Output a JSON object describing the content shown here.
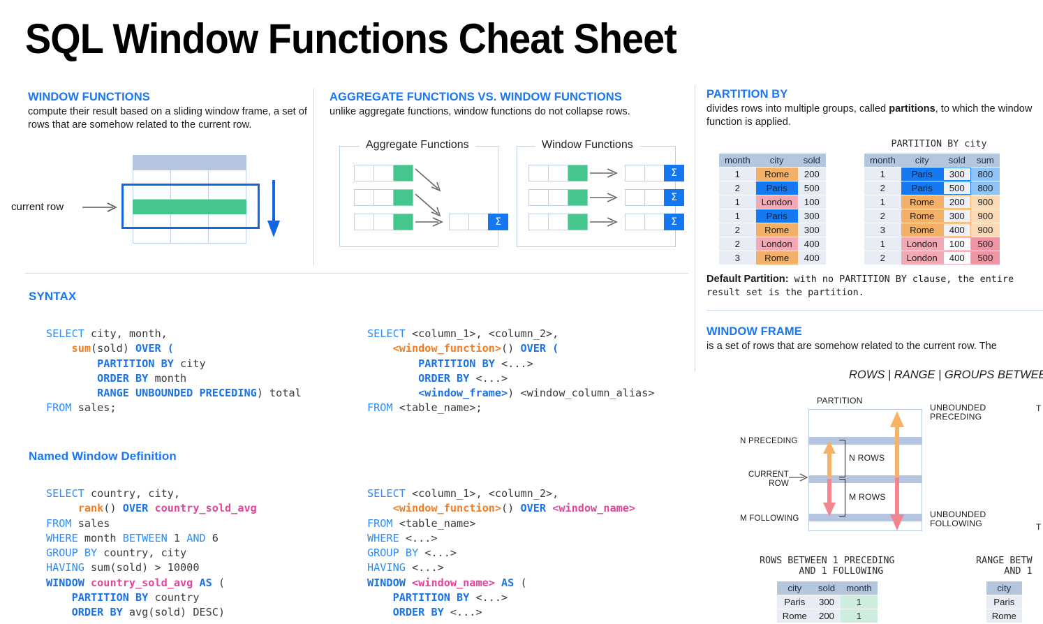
{
  "title": "SQL Window Functions Cheat Sheet",
  "window_functions": {
    "heading": "WINDOW FUNCTIONS",
    "description": "compute their result based on a sliding window frame, a set of rows that are somehow related to the current row.",
    "diagram": {
      "current_row_label": "current row"
    }
  },
  "aggregate_vs_window": {
    "heading": "AGGREGATE FUNCTIONS VS. WINDOW FUNCTIONS",
    "description": "unlike aggregate functions, window functions do not collapse rows.",
    "left_box_title": "Aggregate Functions",
    "right_box_title": "Window Functions",
    "sigma_symbol": "Σ"
  },
  "syntax": {
    "heading": "SYNTAX",
    "left_code": [
      [
        [
          "kw",
          "SELECT"
        ],
        [
          "pl",
          " city, month,"
        ]
      ],
      [
        [
          "pl",
          "    "
        ],
        [
          "fn",
          "sum"
        ],
        [
          "pl",
          "(sold) "
        ],
        [
          "kwb",
          "OVER ("
        ]
      ],
      [
        [
          "pl",
          "        "
        ],
        [
          "kwb",
          "PARTITION BY"
        ],
        [
          "pl",
          " city"
        ]
      ],
      [
        [
          "pl",
          "        "
        ],
        [
          "kwb",
          "ORDER BY"
        ],
        [
          "pl",
          " month"
        ]
      ],
      [
        [
          "pl",
          "        "
        ],
        [
          "kwb",
          "RANGE UNBOUNDED PRECEDING"
        ],
        [
          "pl",
          ") total"
        ]
      ],
      [
        [
          "kw",
          "FROM"
        ],
        [
          "pl",
          " sales;"
        ]
      ]
    ],
    "right_code": [
      [
        [
          "kw",
          "SELECT"
        ],
        [
          "pl",
          " <column_1>, <column_2>,"
        ]
      ],
      [
        [
          "pl",
          "    "
        ],
        [
          "fn",
          "<window_function>"
        ],
        [
          "pl",
          "() "
        ],
        [
          "kwb",
          "OVER ("
        ]
      ],
      [
        [
          "pl",
          "        "
        ],
        [
          "kwb",
          "PARTITION BY"
        ],
        [
          "pl",
          " <...>"
        ]
      ],
      [
        [
          "pl",
          "        "
        ],
        [
          "kwb",
          "ORDER BY"
        ],
        [
          "pl",
          " <...>"
        ]
      ],
      [
        [
          "pl",
          "        "
        ],
        [
          "kwb",
          "<window_frame>"
        ],
        [
          "pl",
          ") <window_column_alias>"
        ]
      ],
      [
        [
          "kw",
          "FROM"
        ],
        [
          "pl",
          " <table_name>;"
        ]
      ]
    ]
  },
  "named_window": {
    "heading": "Named Window Definition",
    "left_code": [
      [
        [
          "kw",
          "SELECT"
        ],
        [
          "pl",
          " country, city,"
        ]
      ],
      [
        [
          "pl",
          "     "
        ],
        [
          "fn",
          "rank"
        ],
        [
          "pl",
          "() "
        ],
        [
          "kwb",
          "OVER "
        ],
        [
          "nm",
          "country_sold_avg"
        ]
      ],
      [
        [
          "kw",
          "FROM"
        ],
        [
          "pl",
          " sales"
        ]
      ],
      [
        [
          "kw",
          "WHERE"
        ],
        [
          "pl",
          " month "
        ],
        [
          "kw",
          "BETWEEN"
        ],
        [
          "pl",
          " 1 "
        ],
        [
          "kw",
          "AND"
        ],
        [
          "pl",
          " 6"
        ]
      ],
      [
        [
          "kw",
          "GROUP BY"
        ],
        [
          "pl",
          " country, city"
        ]
      ],
      [
        [
          "kw",
          "HAVING"
        ],
        [
          "pl",
          " sum(sold) > 10000"
        ]
      ],
      [
        [
          "kwb",
          "WINDOW "
        ],
        [
          "nm",
          "country_sold_avg"
        ],
        [
          "kwb",
          " AS"
        ],
        [
          "pl",
          " ("
        ]
      ],
      [
        [
          "pl",
          "    "
        ],
        [
          "kwb",
          "PARTITION BY"
        ],
        [
          "pl",
          " country"
        ]
      ],
      [
        [
          "pl",
          "    "
        ],
        [
          "kwb",
          "ORDER BY"
        ],
        [
          "pl",
          " avg(sold) DESC)"
        ]
      ]
    ],
    "right_code": [
      [
        [
          "kw",
          "SELECT"
        ],
        [
          "pl",
          " <column_1>, <column_2>,"
        ]
      ],
      [
        [
          "pl",
          "    "
        ],
        [
          "fn",
          "<window_function>"
        ],
        [
          "pl",
          "() "
        ],
        [
          "kwb",
          "OVER "
        ],
        [
          "nm",
          "<window_name>"
        ]
      ],
      [
        [
          "kw",
          "FROM"
        ],
        [
          "pl",
          " <table_name>"
        ]
      ],
      [
        [
          "kw",
          "WHERE"
        ],
        [
          "pl",
          " <...>"
        ]
      ],
      [
        [
          "kw",
          "GROUP BY"
        ],
        [
          "pl",
          " <...>"
        ]
      ],
      [
        [
          "kw",
          "HAVING"
        ],
        [
          "pl",
          " <...>"
        ]
      ],
      [
        [
          "kwb",
          "WINDOW "
        ],
        [
          "nm",
          "<window_name>"
        ],
        [
          "kwb",
          " AS"
        ],
        [
          "pl",
          " ("
        ]
      ],
      [
        [
          "pl",
          "    "
        ],
        [
          "kwb",
          "PARTITION BY"
        ],
        [
          "pl",
          " <...>"
        ]
      ],
      [
        [
          "pl",
          "    "
        ],
        [
          "kwb",
          "ORDER BY"
        ],
        [
          "pl",
          " <...>"
        ]
      ]
    ]
  },
  "partition_by": {
    "heading": "PARTITION BY",
    "description_pre": "divides rows into multiple groups, called ",
    "description_bold": "partitions",
    "description_post": ", to which the window function is applied.",
    "caption": "PARTITION BY city",
    "left_table": {
      "columns": [
        "month",
        "city",
        "sold"
      ],
      "rows": [
        [
          "1",
          "Rome",
          "200"
        ],
        [
          "2",
          "Paris",
          "500"
        ],
        [
          "1",
          "London",
          "100"
        ],
        [
          "1",
          "Paris",
          "300"
        ],
        [
          "2",
          "Rome",
          "300"
        ],
        [
          "2",
          "London",
          "400"
        ],
        [
          "3",
          "Rome",
          "400"
        ]
      ]
    },
    "right_table": {
      "columns": [
        "month",
        "city",
        "sold",
        "sum"
      ],
      "rows": [
        [
          "1",
          "Paris",
          "300",
          "800"
        ],
        [
          "2",
          "Paris",
          "500",
          "800"
        ],
        [
          "1",
          "Rome",
          "200",
          "900"
        ],
        [
          "2",
          "Rome",
          "300",
          "900"
        ],
        [
          "3",
          "Rome",
          "400",
          "900"
        ],
        [
          "1",
          "London",
          "100",
          "500"
        ],
        [
          "2",
          "London",
          "400",
          "500"
        ]
      ]
    },
    "default_partition_label": "Default Partition:",
    "default_partition_text": " with no PARTITION BY clause, the entire result set is the partition."
  },
  "window_frame": {
    "heading": "WINDOW FRAME",
    "description": "is a set of rows that are somehow related to the current row. The",
    "equation": "ROWS | RANGE | GROUPS BETWEEN",
    "diagram": {
      "partition_label": "PARTITION",
      "n_preceding": "N PRECEDING",
      "m_following": "M FOLLOWING",
      "current_row": "CURRENT\nROW",
      "n_rows": "N ROWS",
      "m_rows": "M ROWS",
      "unbounded_preceding": "UNBOUNDED\nPRECEDING",
      "unbounded_following": "UNBOUNDED\nFOLLOWING",
      "cut_right_top": "T",
      "cut_right_bottom": "T"
    },
    "examples": [
      {
        "caption": "ROWS BETWEEN 1 PRECEDING\n     AND 1 FOLLOWING",
        "columns": [
          "city",
          "sold",
          "month"
        ],
        "rows": [
          [
            "Paris",
            "300",
            "1"
          ],
          [
            "Rome",
            "200",
            "1"
          ]
        ]
      },
      {
        "caption": "RANGE BETW\n     AND 1",
        "columns": [
          "city"
        ],
        "rows": [
          [
            "Paris"
          ],
          [
            "Rome"
          ]
        ]
      }
    ]
  },
  "colors": {
    "accent_blue": "#1977f3",
    "keyword_blue": "#2d8cf5",
    "function_orange": "#f57c1f",
    "window_name_pink": "#e0469a",
    "green_cell": "#45c68c",
    "rome_orange": "#f3b069",
    "paris_blue": "#1579f2",
    "london_pink": "#f0a9b5",
    "header_blue": "#b4c6de"
  }
}
